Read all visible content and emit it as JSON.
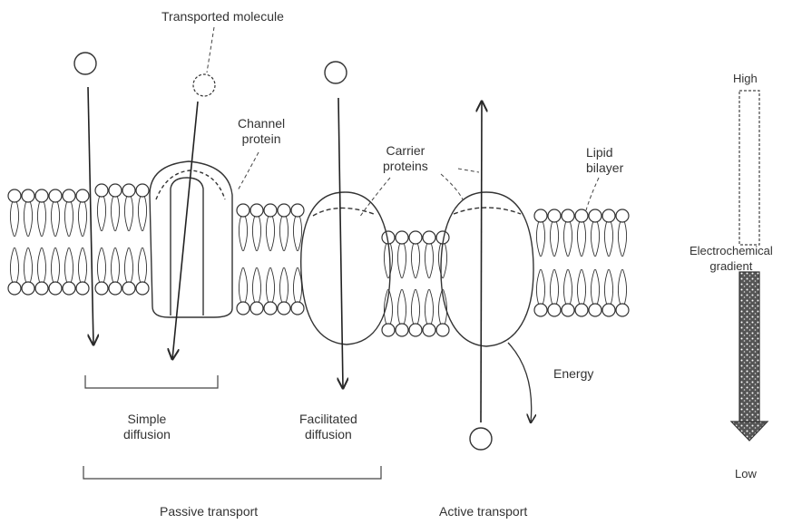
{
  "labels": {
    "transported_molecule": "Transported molecule",
    "channel_protein": "Channel\nprotein",
    "carrier_proteins": "Carrier\nproteins",
    "lipid_bilayer": "Lipid\nbilayer",
    "simple_diffusion": "Simple\ndiffusion",
    "facilitated_diffusion": "Facilitated\ndiffusion",
    "energy": "Energy",
    "passive_transport": "Passive transport",
    "active_transport": "Active transport",
    "high": "High",
    "electrochemical_gradient": "Electrochemical\ngradient",
    "low": "Low"
  },
  "colors": {
    "ink": "#2a2a2a",
    "paper": "#ffffff"
  }
}
